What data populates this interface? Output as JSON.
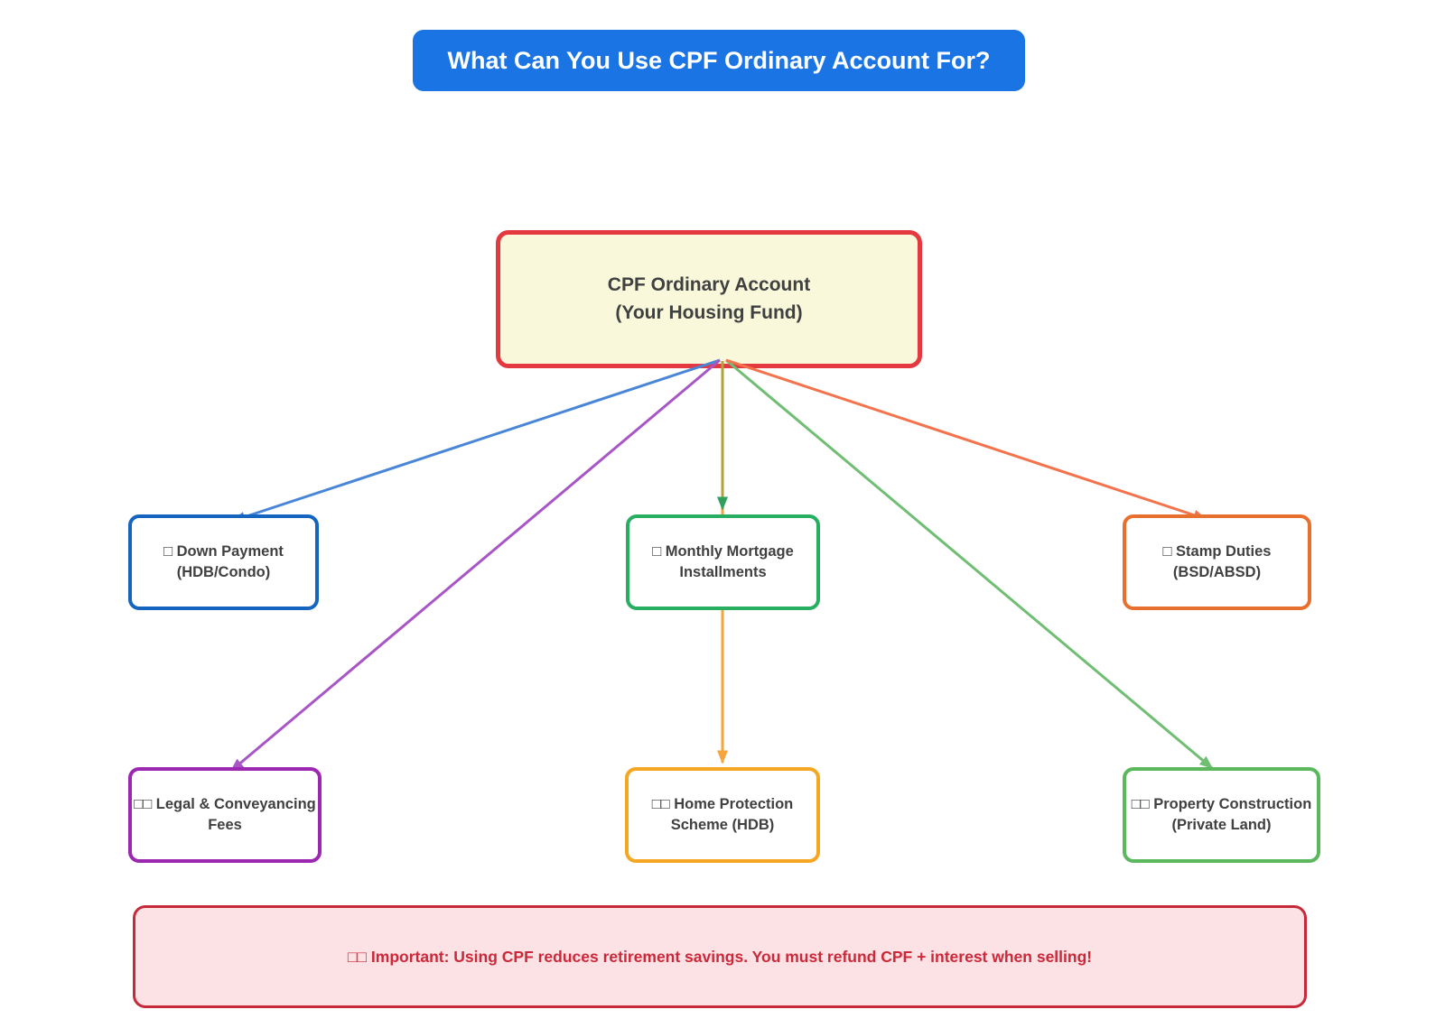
{
  "title": {
    "text": "What Can You Use CPF Ordinary Account For?",
    "bg_color": "#1b74e4",
    "text_color": "#ffffff"
  },
  "root_node": {
    "id": "cpf-ordinary-account",
    "label": "CPF Ordinary Account\n(Your Housing Fund)",
    "bg_color": "#faf8da",
    "border_color": "#e53942",
    "text_color": "#3f4040"
  },
  "nodes": [
    {
      "id": "down-payment",
      "label": "□ Down Payment\n(HDB/Condo)",
      "border_color": "#1565c0",
      "bg_color": "#ffffff",
      "text_color": "#404040",
      "missing_glyph_count": 1
    },
    {
      "id": "monthly-mortgage",
      "label": "□ Monthly Mortgage\nInstallments",
      "border_color": "#27ae60",
      "bg_color": "#ffffff",
      "text_color": "#404040",
      "missing_glyph_count": 1
    },
    {
      "id": "stamp-duties",
      "label": "□ Stamp Duties\n(BSD/ABSD)",
      "border_color": "#e8702e",
      "bg_color": "#ffffff",
      "text_color": "#404040",
      "missing_glyph_count": 1
    },
    {
      "id": "legal-fees",
      "label": "□□ Legal & Conveyancing\nFees",
      "border_color": "#9c27b0",
      "bg_color": "#ffffff",
      "text_color": "#404040",
      "missing_glyph_count": 2
    },
    {
      "id": "home-protection",
      "label": "□□ Home Protection\nScheme (HDB)",
      "border_color": "#f5a623",
      "bg_color": "#ffffff",
      "text_color": "#404040",
      "missing_glyph_count": 2
    },
    {
      "id": "property-construction",
      "label": "□□ Property Construction\n(Private Land)",
      "border_color": "#5cb85c",
      "bg_color": "#ffffff",
      "text_color": "#404040",
      "missing_glyph_count": 2
    }
  ],
  "edges": [
    {
      "from": "cpf-ordinary-account",
      "to": "down-payment",
      "color": "#4a86d8",
      "arrowhead_color": "#4a86d8"
    },
    {
      "from": "cpf-ordinary-account",
      "to": "legal-fees",
      "color": "#a855c6",
      "arrowhead_color": "#a855c6"
    },
    {
      "from": "cpf-ordinary-account",
      "to": "monthly-mortgage",
      "color": "#b3a23a",
      "arrowhead_color": "#2fa15c"
    },
    {
      "from": "cpf-ordinary-account",
      "to": "home-protection",
      "color": "#f5a43e",
      "arrowhead_color": "#f5a43e"
    },
    {
      "from": "cpf-ordinary-account",
      "to": "property-construction",
      "color": "#6fbe73",
      "arrowhead_color": "#6fbe73"
    },
    {
      "from": "cpf-ordinary-account",
      "to": "stamp-duties",
      "color": "#f3734d",
      "arrowhead_color": "#f3734d"
    }
  ],
  "warning": {
    "text": "□□ Important: Using CPF reduces retirement savings. You must refund CPF + interest when selling!",
    "bg_color": "#fce1e5",
    "border_color": "#c62a39",
    "text_color": "#cb2939"
  }
}
